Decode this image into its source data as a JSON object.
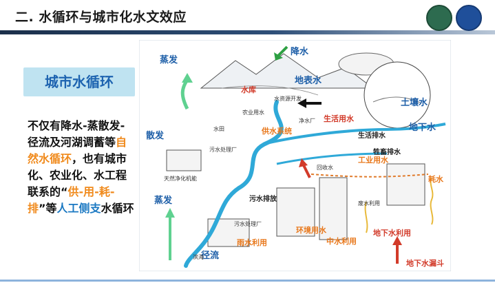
{
  "title": "二. 水循环与城市化水文效应",
  "badge": "城市水循环",
  "body": {
    "p1": "不仅有降水-蒸散发-径流及河湖调蓄等",
    "hl1": "自然水循环",
    "p2": "，也有城市化、农业化、水工程联系的“",
    "hl2": "供-用-耗-排",
    "p3": "”等",
    "hl3": "人工侧支",
    "p4": "水循环"
  },
  "diagram": {
    "rain": "降水",
    "evap_top": "蒸发",
    "surface_water": "地表水",
    "evapotrans": "散发",
    "soil_water": "土壤水",
    "groundwater": "地下水",
    "reservoir": "水库",
    "water_dev": "水资源开发",
    "agri_use": "农业用水",
    "paddy": "水田",
    "supply": "供水系统",
    "life_use": "生活用水",
    "life_drain": "生活排水",
    "livestock_drain": "牲畜排水",
    "industry_use": "工业用水",
    "purify": "净水厂",
    "sewage_plant": "污水处理厂",
    "recycle": "回收水",
    "natural_purify": "天然净化机能",
    "sewage_drain": "污水排放",
    "evap_bottom": "蒸发",
    "rainwater_use": "雨水利用",
    "reuse": "环境用水",
    "sewage_plant2": "污水处理厂",
    "recycled_use": "中水利用",
    "consume": "耗水",
    "gw_use": "地下水利用",
    "gw_leak": "地下水漏斗",
    "runoff": "径流",
    "coast": "滨海",
    "wastewater_reuse": "废水利用"
  }
}
